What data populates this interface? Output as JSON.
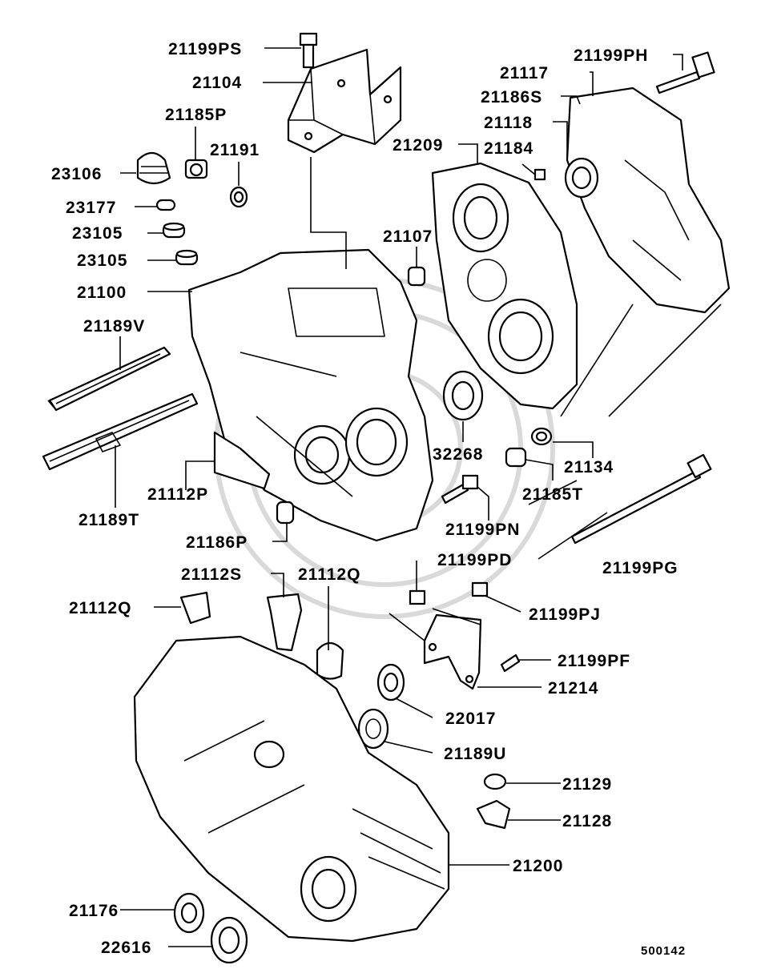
{
  "diagram": {
    "code": "500142",
    "labels": {
      "l21199PS": "21199PS",
      "l21104": "21104",
      "l21185P": "21185P",
      "l21191": "21191",
      "l23106": "23106",
      "l23177": "23177",
      "l23105a": "23105",
      "l23105b": "23105",
      "l21100": "21100",
      "l21189V": "21189V",
      "l21189T": "21189T",
      "l21112P": "21112P",
      "l21186P": "21186P",
      "l21112S": "21112S",
      "l21112Qa": "21112Q",
      "l21112Qb": "21112Q",
      "l21199PH": "21199PH",
      "l21117": "21117",
      "l21186S": "21186S",
      "l21118": "21118",
      "l21209": "21209",
      "l21184": "21184",
      "l21107": "21107",
      "l32268": "32268",
      "l21134": "21134",
      "l21185T": "21185T",
      "l21199PN": "21199PN",
      "l21199PG": "21199PG",
      "l21199PD": "21199PD",
      "l21199PJ": "21199PJ",
      "l21199PF": "21199PF",
      "l21214": "21214",
      "l22017": "22017",
      "l21189U": "21189U",
      "l21129": "21129",
      "l21128": "21128",
      "l21200": "21200",
      "l21176": "21176",
      "l22616": "22616"
    }
  }
}
